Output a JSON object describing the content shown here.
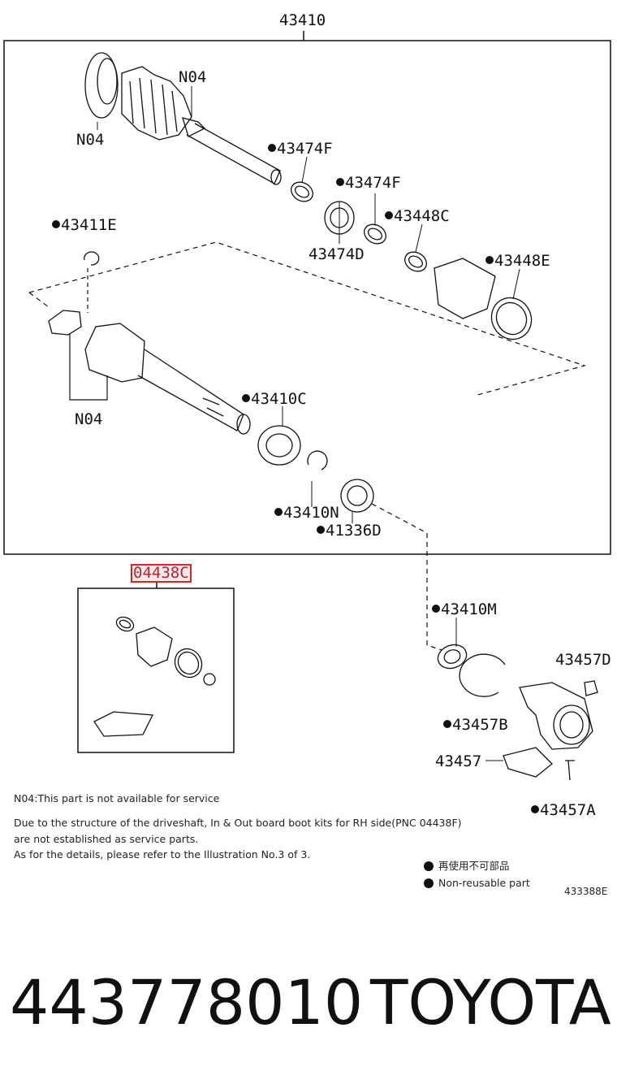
{
  "diagram": {
    "assembly_label": "43410",
    "labels": {
      "n04_top": "N04",
      "n04_left": "N04",
      "n04_bottom": "N04",
      "p43474F_a": "43474F",
      "p43474F_b": "43474F",
      "p43474D": "43474D",
      "p43448C": "43448C",
      "p43448E": "43448E",
      "p43411E": "43411E",
      "p43410C": "43410C",
      "p43410N": "43410N",
      "p41336D": "41336D",
      "p04438C": "04438C",
      "p43410M": "43410M",
      "p43457D": "43457D",
      "p43457B": "43457B",
      "p43457": "43457",
      "p43457A": "43457A"
    }
  },
  "notes": {
    "n04": "N04:This part is not available for service",
    "line1": "Due to the structure of the driveshaft, In & Out board boot kits for RH side(PNC 04438F)",
    "line2": "are not established as service parts.",
    "line3": "As for the details, please refer to the Illustration No.3 of 3."
  },
  "legend": {
    "jp": "再使用不可部品",
    "en": "Non-reusable part"
  },
  "illustration_code": "433388E",
  "footer": {
    "part_number": "443778010",
    "brand": "TOYOTA"
  }
}
